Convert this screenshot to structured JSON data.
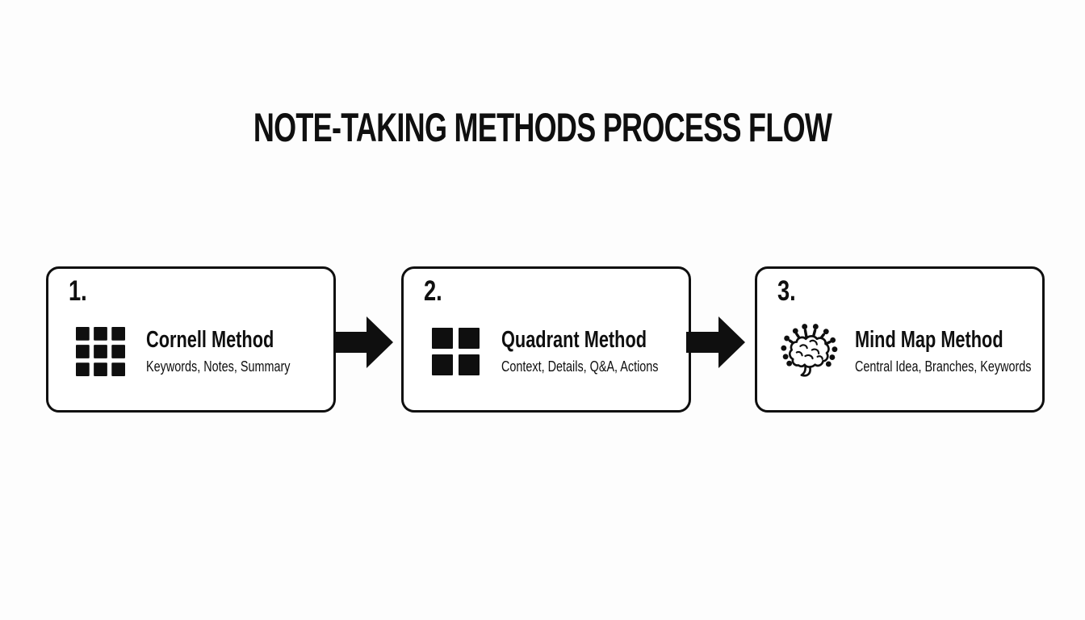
{
  "title": "NOTE-TAKING METHODS PROCESS FLOW",
  "steps": [
    {
      "number": "1.",
      "title": "Cornell Method",
      "subtitle": "Keywords, Notes, Summary",
      "icon": "grid-3x3-icon"
    },
    {
      "number": "2.",
      "title": "Quadrant Method",
      "subtitle": "Context, Details, Q&A, Actions",
      "icon": "grid-2x2-icon"
    },
    {
      "number": "3.",
      "title": "Mind Map Method",
      "subtitle": "Central Idea, Branches, Keywords",
      "icon": "brain-icon"
    }
  ],
  "connectors": {
    "type": "arrow-right",
    "count": 2
  },
  "colors": {
    "background": "#fdfdfd",
    "card_background": "#ffffff",
    "border": "#0f0f0f",
    "text": "#0f0f0f",
    "arrow": "#0f0f0f"
  }
}
